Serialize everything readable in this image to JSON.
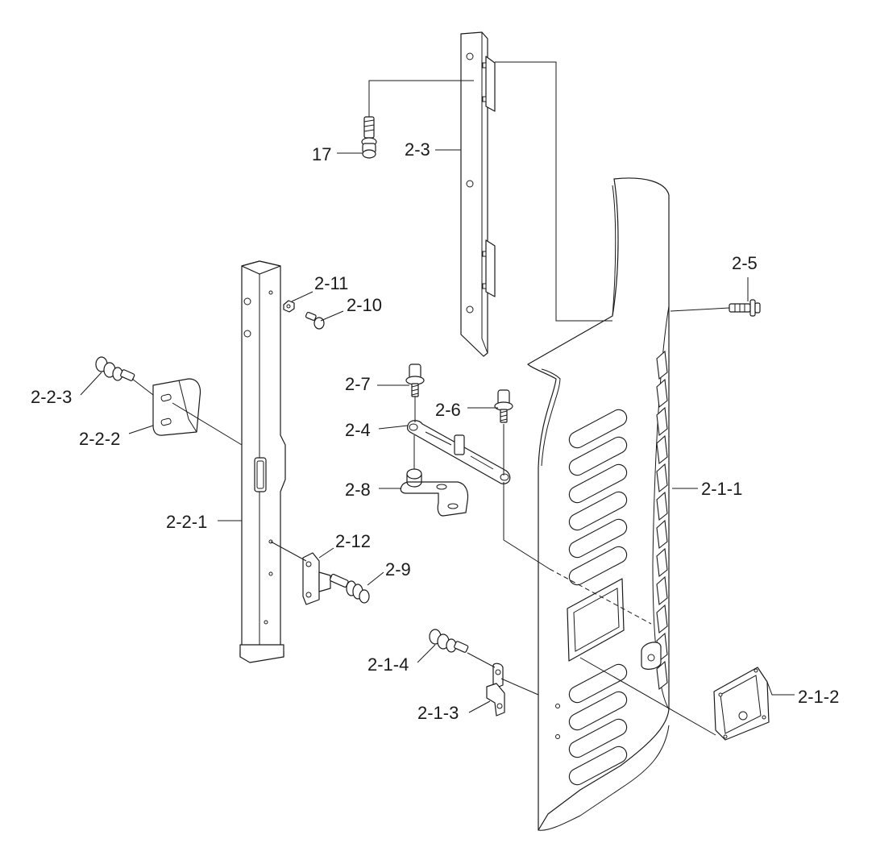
{
  "diagram": {
    "parts": [
      {
        "id": "p17",
        "label": "17"
      },
      {
        "id": "p2_3",
        "label": "2-3"
      },
      {
        "id": "p2_5",
        "label": "2-5"
      },
      {
        "id": "p2_11",
        "label": "2-11"
      },
      {
        "id": "p2_10",
        "label": "2-10"
      },
      {
        "id": "p2_2_3",
        "label": "2-2-3"
      },
      {
        "id": "p2_2_2",
        "label": "2-2-2"
      },
      {
        "id": "p2_7",
        "label": "2-7"
      },
      {
        "id": "p2_6",
        "label": "2-6"
      },
      {
        "id": "p2_4",
        "label": "2-4"
      },
      {
        "id": "p2_1_1",
        "label": "2-1-1"
      },
      {
        "id": "p2_8",
        "label": "2-8"
      },
      {
        "id": "p2_2_1",
        "label": "2-2-1"
      },
      {
        "id": "p2_12",
        "label": "2-12"
      },
      {
        "id": "p2_9",
        "label": "2-9"
      },
      {
        "id": "p2_1_4",
        "label": "2-1-4"
      },
      {
        "id": "p2_1_3",
        "label": "2-1-3"
      },
      {
        "id": "p2_1_2",
        "label": "2-1-2"
      }
    ]
  }
}
